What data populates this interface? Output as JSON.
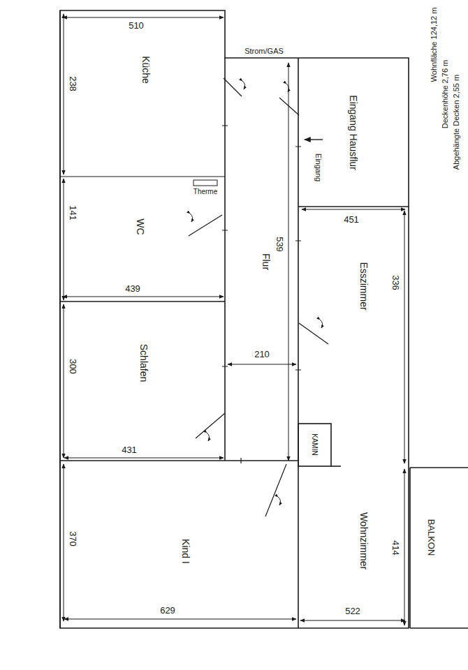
{
  "diagram": {
    "nodes": [
      {
        "text": [
          "Küche"
        ]
      },
      {
        "text": [
          "WC"
        ]
      },
      {
        "text": [
          "Therme"
        ],
        "in": 1
      },
      {
        "text": [
          "Flur"
        ]
      },
      {
        "text": [
          "Eingang Hausflur"
        ]
      },
      {
        "text": [
          "Esszimmer"
        ]
      },
      {
        "text": [
          "KAMIN"
        ],
        "in": 5
      },
      {
        "text": [
          "Schlafen"
        ]
      },
      {
        "text": [
          "Kind I"
        ]
      },
      {
        "text": [
          "Wohnzimmer"
        ]
      },
      {
        "text": [
          "BALKON"
        ]
      }
    ],
    "labels": [
      "Wohnfläche 124,12 m",
      "Deckenhöhe 2,76 m",
      "Abgehängte Decken 2,55 m",
      "Strom/GAS",
      "Eingang",
      "510",
      "238",
      "141",
      "439",
      "300",
      "431",
      "370",
      "629",
      "539",
      "210",
      "451",
      "336",
      "414",
      "522"
    ]
  }
}
